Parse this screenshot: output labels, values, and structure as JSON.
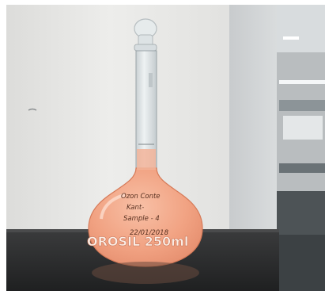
{
  "photo": {
    "flask_label_line1": "Ozon Conte",
    "flask_label_line2": "Kant-",
    "flask_label_line3": "Sample - 4",
    "flask_label_line4": "22/01/2018",
    "brand_text": "OROSIL 250ml",
    "colors": {
      "wall": "#e7e7e5",
      "counter": "#2a2b2c",
      "solution": "#f2a586",
      "glass": "#dfe5e7"
    }
  }
}
